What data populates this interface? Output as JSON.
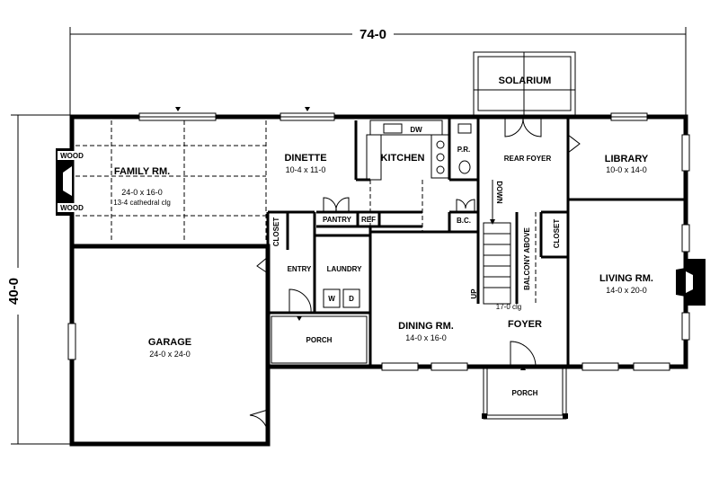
{
  "dimensions": {
    "overall_width": "74-0",
    "overall_depth": "40-0"
  },
  "rooms": {
    "family": {
      "name": "FAMILY RM.",
      "size": "24-0 x 16-0",
      "note": "13-4 cathedral clg"
    },
    "dinette": {
      "name": "DINETTE",
      "size": "10-4 x 11-0"
    },
    "kitchen": {
      "name": "KITCHEN"
    },
    "solarium": {
      "name": "SOLARIUM"
    },
    "rear_foyer": {
      "name": "REAR FOYER"
    },
    "library": {
      "name": "LIBRARY",
      "size": "10-0 x 14-0"
    },
    "living": {
      "name": "LIVING RM.",
      "size": "14-0 x 20-0"
    },
    "garage": {
      "name": "GARAGE",
      "size": "24-0 x 24-0"
    },
    "dining": {
      "name": "DINING RM.",
      "size": "14-0 x 16-0"
    },
    "foyer": {
      "name": "FOYER"
    },
    "entry": {
      "name": "ENTRY"
    },
    "laundry": {
      "name": "LAUNDRY"
    },
    "porch_side": {
      "name": "PORCH"
    },
    "porch_front": {
      "name": "PORCH"
    }
  },
  "labels": {
    "wood_top": "WOOD",
    "wood_bottom": "WOOD",
    "pantry": "PANTRY",
    "ref": "REF",
    "dw": "DW",
    "pr": "P.R.",
    "bc": "B.C.",
    "closet_left": "CLOSET",
    "closet_right": "CLOSET",
    "washer": "W",
    "dryer": "D",
    "down": "DOWN",
    "up": "UP",
    "balcony": "BALCONY ABOVE",
    "ceiling": "17-0 clg"
  }
}
